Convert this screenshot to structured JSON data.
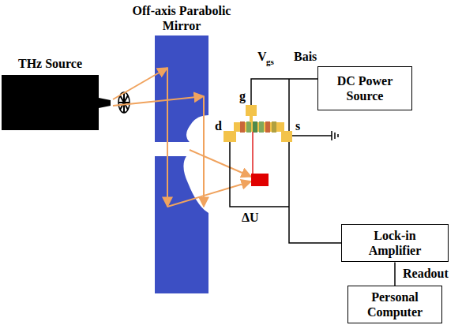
{
  "diagram": {
    "nodes": [
      {
        "text": [
          "THz Source"
        ]
      },
      {
        "text": [
          "DC Power Source"
        ]
      },
      {
        "text": [
          "Lock-in Amplifier"
        ]
      },
      {
        "text": [
          "Personal Computer"
        ]
      }
    ],
    "edges": [
      {
        "from": 2,
        "to": 3,
        "arrow": "none",
        "label": "Readout"
      }
    ],
    "labels": [
      "Off-axis Parabolic Mirror",
      "V",
      "gs",
      "Bais",
      "g",
      "d",
      "s",
      "ΔU"
    ]
  }
}
